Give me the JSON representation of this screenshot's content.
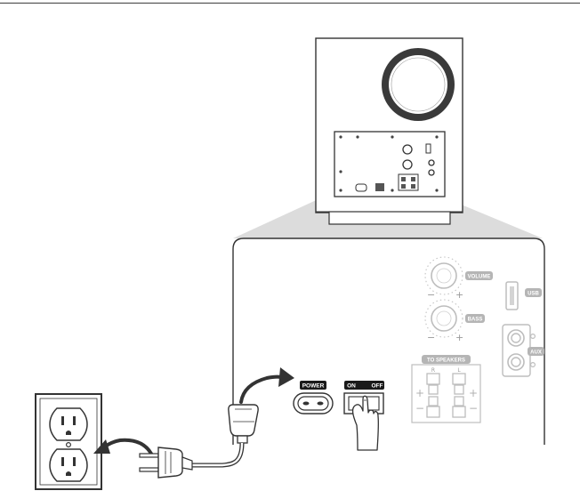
{
  "panel": {
    "power_label": "POWER",
    "on_label": "ON",
    "off_label": "OFF",
    "volume_label": "VOLUME",
    "bass_label": "BASS",
    "usb_label": "USB",
    "aux_label": "AUX",
    "speakers_label": "TO SPEAKERS"
  },
  "colors": {
    "line": "#3a3a3a",
    "soft_gray": "#c8c8c8",
    "label_dark": "#1a1a1a",
    "label_soft": "#b5b5b5",
    "zoom_fill": "#d9d9d9"
  }
}
